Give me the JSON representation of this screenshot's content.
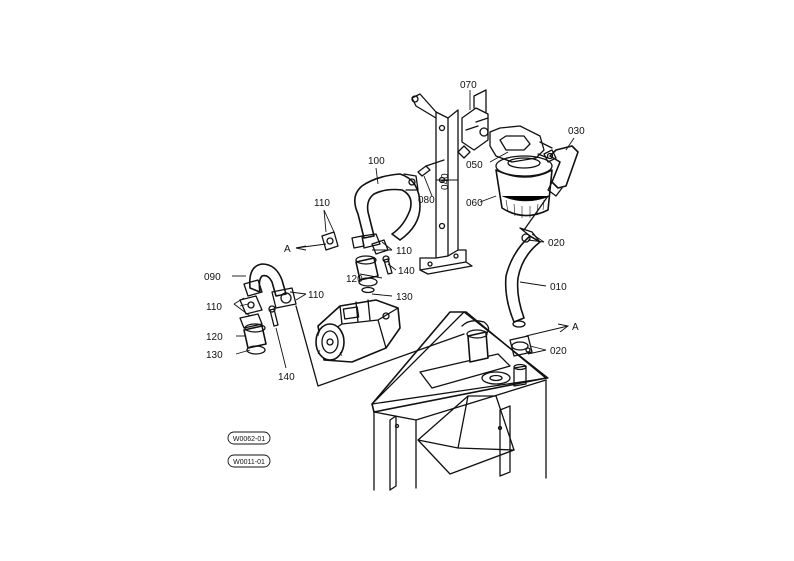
{
  "diagram": {
    "part_labels": [
      {
        "id": "070",
        "text": "070"
      },
      {
        "id": "030",
        "text": "030"
      },
      {
        "id": "050",
        "text": "050"
      },
      {
        "id": "100",
        "text": "100"
      },
      {
        "id": "040",
        "text": "040"
      },
      {
        "id": "080",
        "text": "080"
      },
      {
        "id": "060",
        "text": "060"
      },
      {
        "id": "110a",
        "text": "110"
      },
      {
        "id": "A_top",
        "text": "A"
      },
      {
        "id": "110b",
        "text": "110"
      },
      {
        "id": "020a",
        "text": "020"
      },
      {
        "id": "120a",
        "text": "120"
      },
      {
        "id": "140a",
        "text": "140"
      },
      {
        "id": "090",
        "text": "090"
      },
      {
        "id": "010",
        "text": "010"
      },
      {
        "id": "110c",
        "text": "110"
      },
      {
        "id": "130a",
        "text": "130"
      },
      {
        "id": "110d",
        "text": "110"
      },
      {
        "id": "A_bottom",
        "text": "A"
      },
      {
        "id": "120b",
        "text": "120"
      },
      {
        "id": "020b",
        "text": "020"
      },
      {
        "id": "130b",
        "text": "130"
      },
      {
        "id": "140b",
        "text": "140"
      }
    ],
    "reference_badges": [
      {
        "id": "ref1",
        "text": "W0062-01"
      },
      {
        "id": "ref2",
        "text": "W0011-01"
      }
    ]
  }
}
